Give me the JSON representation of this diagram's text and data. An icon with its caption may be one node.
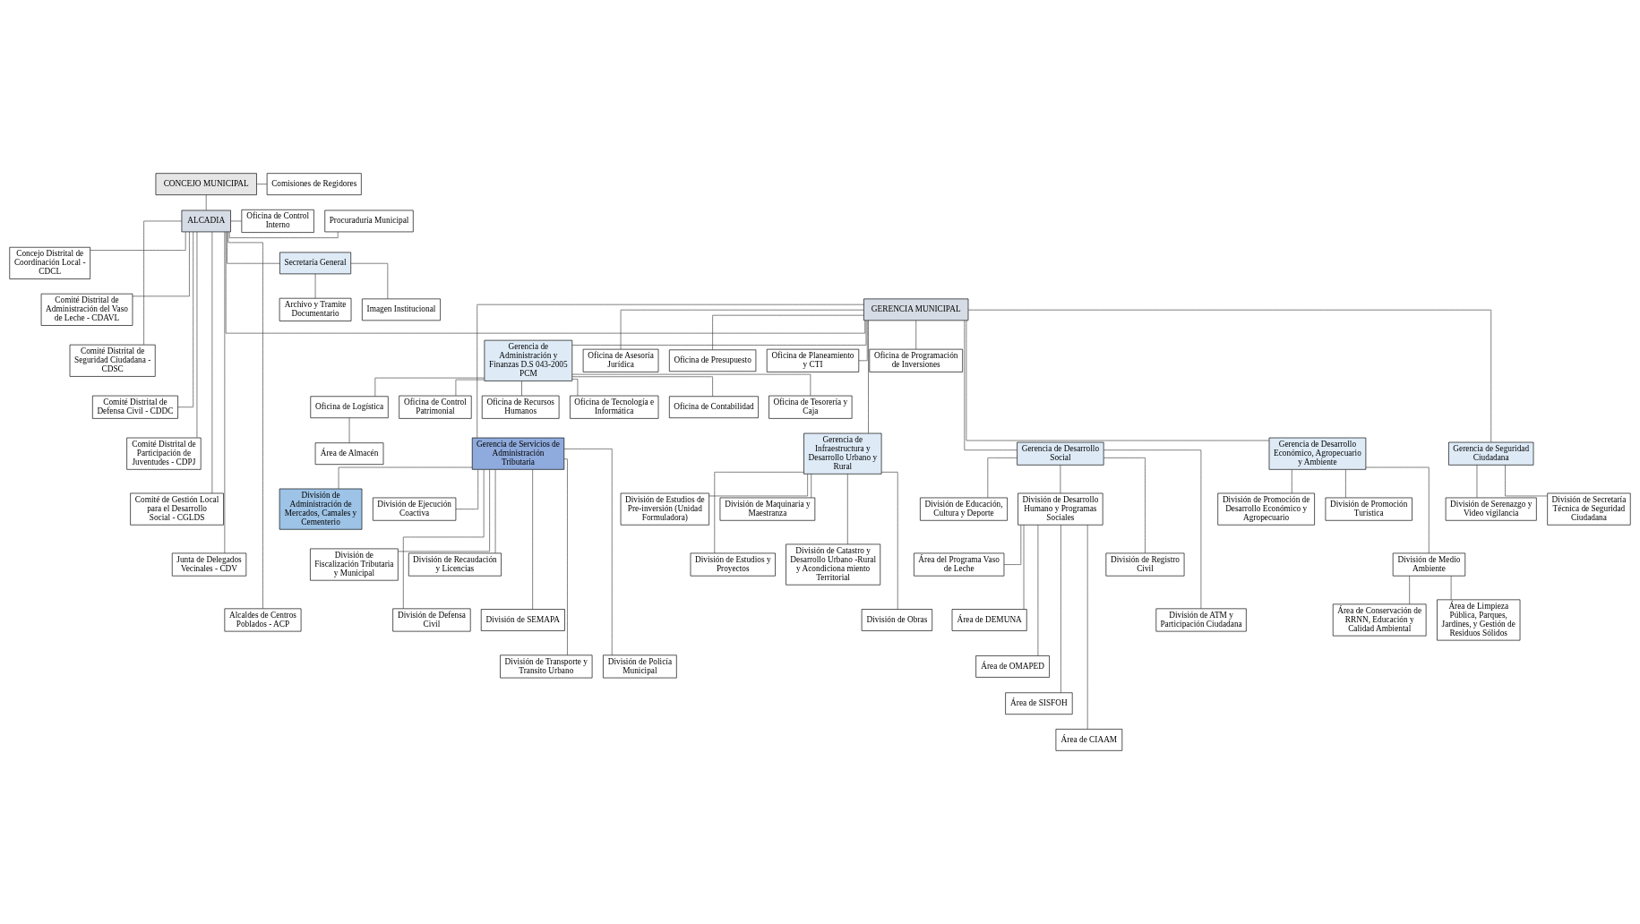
{
  "diagram": {
    "nodes": [
      {
        "text": [
          "CONCEJO MUNICIPAL"
        ]
      },
      {
        "text": [
          "Comisiones de Regidores"
        ]
      },
      {
        "text": [
          "Procuraduría Municipal"
        ]
      },
      {
        "text": [
          "Oficina de Control Interno"
        ]
      },
      {
        "text": [
          "ALCADIA"
        ]
      },
      {
        "text": [
          "Concejo Distrital de Coordinación Local - CDCL"
        ]
      },
      {
        "text": [
          "Comité Distrital de Administración del Vaso de Leche - CDAVL"
        ]
      },
      {
        "text": [
          "Comité Distrital de Seguridad Ciudadana - CDSC"
        ]
      },
      {
        "text": [
          "Comité Distrital de Defensa Civil - CDDC"
        ]
      },
      {
        "text": [
          "Comité Distrital de Participación de Juventudes - CDPJ"
        ]
      },
      {
        "text": [
          "Comité de Gestión Local para el Desarrollo Social - CGLDS"
        ]
      },
      {
        "text": [
          "Junta de Delegados Vecinales - CDV"
        ]
      },
      {
        "text": [
          "Alcaldes de Centros Poblados - ACP"
        ]
      },
      {
        "text": [
          "Secretaría General"
        ]
      },
      {
        "text": [
          "Archivo y Tramite Documentario"
        ]
      },
      {
        "text": [
          "Imagen Institucional"
        ]
      },
      {
        "text": [
          "GERENCIA MUNICIPAL"
        ]
      },
      {
        "text": [
          "Gerencia de Administración y Finanzas D.S 043-2005 PCM"
        ]
      },
      {
        "text": [
          "Oficina de Logística"
        ]
      },
      {
        "text": [
          "Oficina de Control Patrimonial"
        ]
      },
      {
        "text": [
          "Oficina de Recursos Humanos"
        ]
      },
      {
        "text": [
          "Oficina de Tecnología e Informática"
        ]
      },
      {
        "text": [
          "Oficina de Contabilidad"
        ]
      },
      {
        "text": [
          "Oficina de Tesorería y Caja"
        ]
      },
      {
        "text": [
          "Área de Almacén"
        ]
      },
      {
        "text": [
          "Oficina de Asesoría Jurídica"
        ]
      },
      {
        "text": [
          "Oficina de Presupuesto"
        ]
      },
      {
        "text": [
          "Oficina de Planeamiento y CTI"
        ]
      },
      {
        "text": [
          "Oficina de Programación de Inversiones"
        ]
      },
      {
        "text": [
          "Gerencia de Servicios de Administración Tributaria"
        ]
      },
      {
        "text": [
          "Gerencia de Infraestructura y Desarrollo Urbano y Rural"
        ]
      },
      {
        "text": [
          "Gerencia de Desarrollo Social"
        ]
      },
      {
        "text": [
          "Gerencia de Desarrollo Económico, Agropecuario y Ambiente"
        ]
      },
      {
        "text": [
          "Gerencia de Seguridad Ciudadana"
        ]
      },
      {
        "text": [
          "División de Administración de Mercados, Camales y Cementerio"
        ]
      },
      {
        "text": [
          "División de Ejecución Coactiva"
        ]
      },
      {
        "text": [
          "División de Fiscalización Tributaria y Municipal"
        ]
      },
      {
        "text": [
          "División de Recaudación y Licencias"
        ]
      },
      {
        "text": [
          "División de Defensa Civil"
        ]
      },
      {
        "text": [
          "División de SEMAPA"
        ]
      },
      {
        "text": [
          "División de Transporte y Transito Urbano"
        ]
      },
      {
        "text": [
          "División de Policía Municipal"
        ]
      },
      {
        "text": [
          "División de Estudios de Pre-inversión (Unidad Formuladora)"
        ]
      },
      {
        "text": [
          "División de Maquinaria y Maestranza"
        ]
      },
      {
        "text": [
          "División de Estudios y Proyectos"
        ]
      },
      {
        "text": [
          "División de Catastro y Desarrollo Urbano -Rural y Acondiciona miento Territorial"
        ]
      },
      {
        "text": [
          "División de Obras"
        ]
      },
      {
        "text": [
          "División de Educación, Cultura y Deporte"
        ]
      },
      {
        "text": [
          "División de Desarrollo Humano y Programas Sociales"
        ]
      },
      {
        "text": [
          "División de Registro Civil"
        ]
      },
      {
        "text": [
          "División de ATM y Participación Ciudadana"
        ]
      },
      {
        "text": [
          "Área del Programa Vaso de Leche"
        ]
      },
      {
        "text": [
          "Área de DEMUNA"
        ]
      },
      {
        "text": [
          "Área de OMAPED"
        ]
      },
      {
        "text": [
          "Área de SISFOH"
        ]
      },
      {
        "text": [
          "Área de CIAAM"
        ]
      },
      {
        "text": [
          "División de Promoción de Desarrollo Económico y Agropecuario"
        ]
      },
      {
        "text": [
          "División de Promoción Turística"
        ]
      },
      {
        "text": [
          "División de Serenazgo y Video vigilancia"
        ]
      },
      {
        "text": [
          "División de Secretaría Técnica de Seguridad Ciudadana"
        ]
      },
      {
        "text": [
          "División de Medio Ambiente"
        ]
      },
      {
        "text": [
          "Área de Conservación de RRNN, Educación y Calidad Ambiental"
        ]
      },
      {
        "text": [
          "Área de Limpieza Pública, Parques, Jardines, y Gestión de Residuos Sólidos"
        ]
      }
    ],
    "edges": [
      {
        "from": 0,
        "to": 1,
        "arrow": "none"
      },
      {
        "from": 0,
        "to": 4,
        "arrow": "none"
      },
      {
        "from": 4,
        "to": 2,
        "arrow": "none"
      },
      {
        "from": 4,
        "to": 3,
        "arrow": "none"
      },
      {
        "from": 4,
        "to": 5,
        "arrow": "none"
      },
      {
        "from": 4,
        "to": 6,
        "arrow": "none"
      },
      {
        "from": 4,
        "to": 7,
        "arrow": "none"
      },
      {
        "from": 4,
        "to": 8,
        "arrow": "none"
      },
      {
        "from": 4,
        "to": 9,
        "arrow": "none"
      },
      {
        "from": 4,
        "to": 10,
        "arrow": "none"
      },
      {
        "from": 4,
        "to": 11,
        "arrow": "none"
      },
      {
        "from": 4,
        "to": 12,
        "arrow": "none"
      },
      {
        "from": 4,
        "to": 13,
        "arrow": "none"
      },
      {
        "from": 13,
        "to": 14,
        "arrow": "none"
      },
      {
        "from": 13,
        "to": 15,
        "arrow": "none"
      },
      {
        "from": 4,
        "to": 16,
        "arrow": "none"
      },
      {
        "from": 16,
        "to": 17,
        "arrow": "none"
      },
      {
        "from": 17,
        "to": 18,
        "arrow": "none"
      },
      {
        "from": 17,
        "to": 19,
        "arrow": "none"
      },
      {
        "from": 17,
        "to": 20,
        "arrow": "none"
      },
      {
        "from": 17,
        "to": 21,
        "arrow": "none"
      },
      {
        "from": 17,
        "to": 22,
        "arrow": "none"
      },
      {
        "from": 17,
        "to": 23,
        "arrow": "none"
      },
      {
        "from": 18,
        "to": 24,
        "arrow": "none"
      },
      {
        "from": 16,
        "to": 25,
        "arrow": "none"
      },
      {
        "from": 16,
        "to": 26,
        "arrow": "none"
      },
      {
        "from": 16,
        "to": 27,
        "arrow": "none"
      },
      {
        "from": 16,
        "to": 28,
        "arrow": "none"
      },
      {
        "from": 16,
        "to": 29,
        "arrow": "none"
      },
      {
        "from": 16,
        "to": 30,
        "arrow": "none"
      },
      {
        "from": 16,
        "to": 31,
        "arrow": "none"
      },
      {
        "from": 16,
        "to": 32,
        "arrow": "none"
      },
      {
        "from": 16,
        "to": 33,
        "arrow": "none"
      },
      {
        "from": 29,
        "to": 34,
        "arrow": "none"
      },
      {
        "from": 29,
        "to": 35,
        "arrow": "none"
      },
      {
        "from": 29,
        "to": 36,
        "arrow": "none"
      },
      {
        "from": 29,
        "to": 37,
        "arrow": "none"
      },
      {
        "from": 29,
        "to": 38,
        "arrow": "none"
      },
      {
        "from": 29,
        "to": 39,
        "arrow": "none"
      },
      {
        "from": 29,
        "to": 40,
        "arrow": "none"
      },
      {
        "from": 29,
        "to": 41,
        "arrow": "none"
      },
      {
        "from": 30,
        "to": 42,
        "arrow": "none"
      },
      {
        "from": 30,
        "to": 43,
        "arrow": "none"
      },
      {
        "from": 30,
        "to": 44,
        "arrow": "none"
      },
      {
        "from": 30,
        "to": 45,
        "arrow": "none"
      },
      {
        "from": 30,
        "to": 46,
        "arrow": "none"
      },
      {
        "from": 31,
        "to": 47,
        "arrow": "none"
      },
      {
        "from": 31,
        "to": 48,
        "arrow": "none"
      },
      {
        "from": 31,
        "to": 49,
        "arrow": "none"
      },
      {
        "from": 31,
        "to": 50,
        "arrow": "none"
      },
      {
        "from": 48,
        "to": 51,
        "arrow": "none"
      },
      {
        "from": 48,
        "to": 52,
        "arrow": "none"
      },
      {
        "from": 48,
        "to": 53,
        "arrow": "none"
      },
      {
        "from": 48,
        "to": 54,
        "arrow": "none"
      },
      {
        "from": 48,
        "to": 55,
        "arrow": "none"
      },
      {
        "from": 32,
        "to": 56,
        "arrow": "none"
      },
      {
        "from": 32,
        "to": 57,
        "arrow": "none"
      },
      {
        "from": 33,
        "to": 58,
        "arrow": "none"
      },
      {
        "from": 33,
        "to": 59,
        "arrow": "none"
      },
      {
        "from": 32,
        "to": 60,
        "arrow": "none"
      },
      {
        "from": 60,
        "to": 61,
        "arrow": "none"
      },
      {
        "from": 60,
        "to": 62,
        "arrow": "none"
      }
    ]
  }
}
